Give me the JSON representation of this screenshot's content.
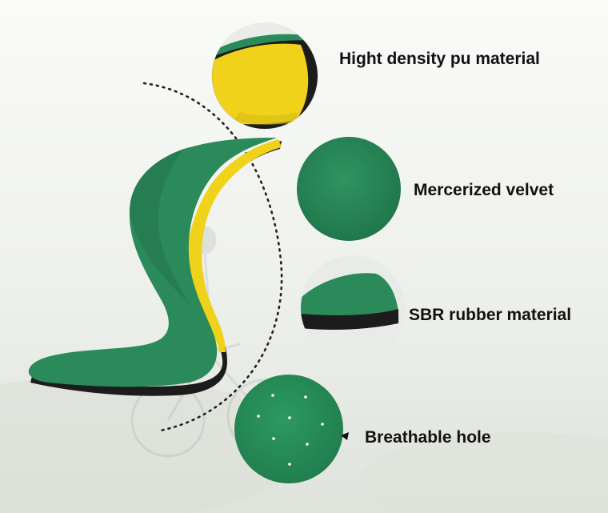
{
  "labels": {
    "pu": "Hight density pu material",
    "velvet": "Mercerized velvet",
    "sbr": "SBR rubber material",
    "hole": "Breathable hole"
  },
  "colors": {
    "background": "#f4f5f2",
    "green": "#2a8a5a",
    "dark_green": "#1f6e47",
    "yellow": "#f0d21a",
    "rubber": "#1c1c1c"
  }
}
